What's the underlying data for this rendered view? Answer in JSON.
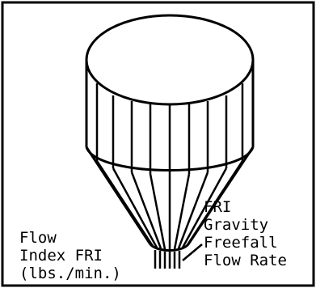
{
  "diagram": {
    "left_label": {
      "line1": "Flow",
      "line2": "Index FRI",
      "line3": "(lbs./min.)"
    },
    "right_label": {
      "line1": "FRI",
      "line2": "Gravity",
      "line3": "Freefall",
      "line4": "Flow Rate"
    },
    "colors": {
      "stroke": "#000000",
      "background": "#ffffff"
    }
  }
}
